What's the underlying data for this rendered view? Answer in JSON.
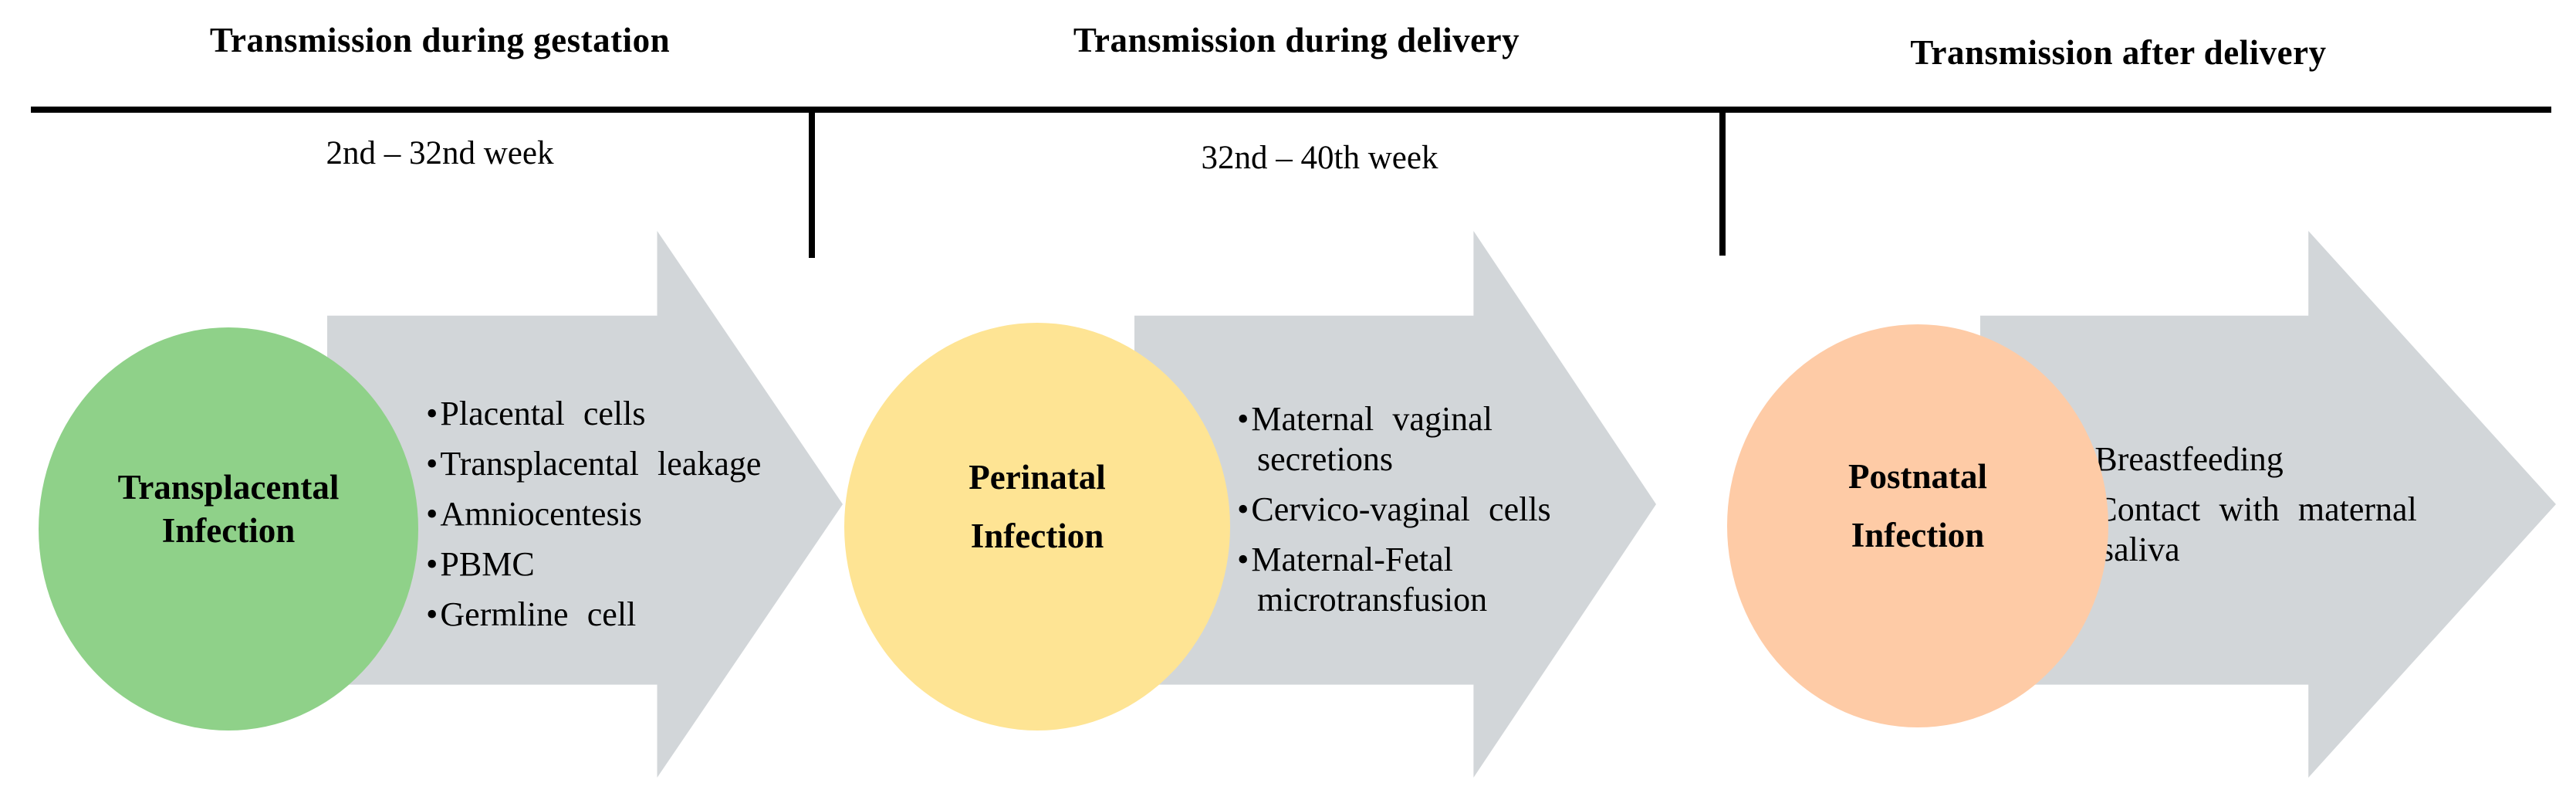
{
  "figure": {
    "title_semantics": "mother-to-child transmission timeline",
    "colors": {
      "arrow": "#D2D6D9",
      "line": "#000000",
      "circle_gestation": "#8FD189",
      "circle_delivery": "#FEE494",
      "circle_postnatal": "#FECBA6"
    },
    "sections": [
      {
        "title": "Transmission during gestation",
        "period": "2nd – 32nd week",
        "circle": {
          "line1": "Transplacental",
          "line2": "Infection"
        },
        "bullets": [
          "Placental cells",
          "Transplacental leakage",
          "Amniocentesis",
          "PBMC",
          "Germline cell"
        ]
      },
      {
        "title": "Transmission during delivery",
        "period": "32nd – 40th week",
        "circle": {
          "line1": "Perinatal",
          "line2": "Infection"
        },
        "bullets": [
          "Maternal vaginal secretions",
          "Cervico-vaginal cells",
          "Maternal-Fetal microtransfusion"
        ]
      },
      {
        "title": "Transmission after delivery",
        "circle": {
          "line1": "Postnatal",
          "line2": "Infection"
        },
        "bullets": [
          "Breastfeeding",
          "Contact with maternal saliva"
        ]
      }
    ]
  }
}
